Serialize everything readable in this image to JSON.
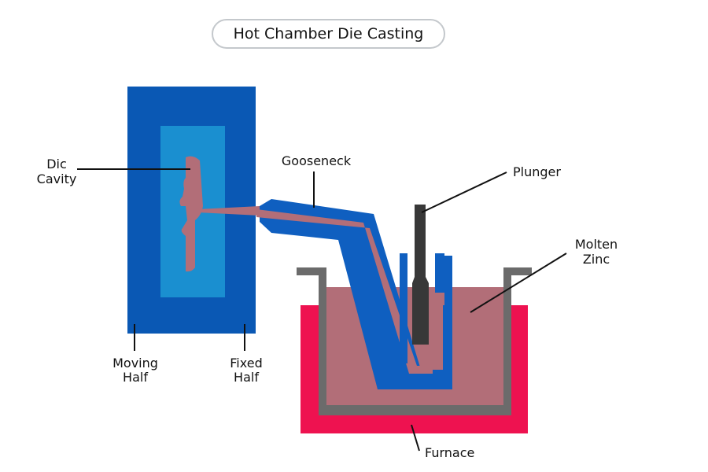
{
  "title": "Hot Chamber Die Casting",
  "labels": {
    "die_cavity": [
      "Dic",
      "Cavity"
    ],
    "gooseneck": "Gooseneck",
    "plunger": "Plunger",
    "molten_zinc": [
      "Molten",
      "Zinc"
    ],
    "moving_half": [
      "Moving",
      "Half"
    ],
    "fixed_half": [
      "Fixed",
      "Half"
    ],
    "furnace": "Furnace"
  },
  "colors": {
    "die_dark": "#0a58b4",
    "die_light": "#1a8fd0",
    "metal": "#b26e78",
    "gooseneck": "#0f5fc0",
    "plunger": "#383838",
    "pot": "#6b6b6b",
    "furnace": "#ee1250",
    "leader": "#111111"
  }
}
